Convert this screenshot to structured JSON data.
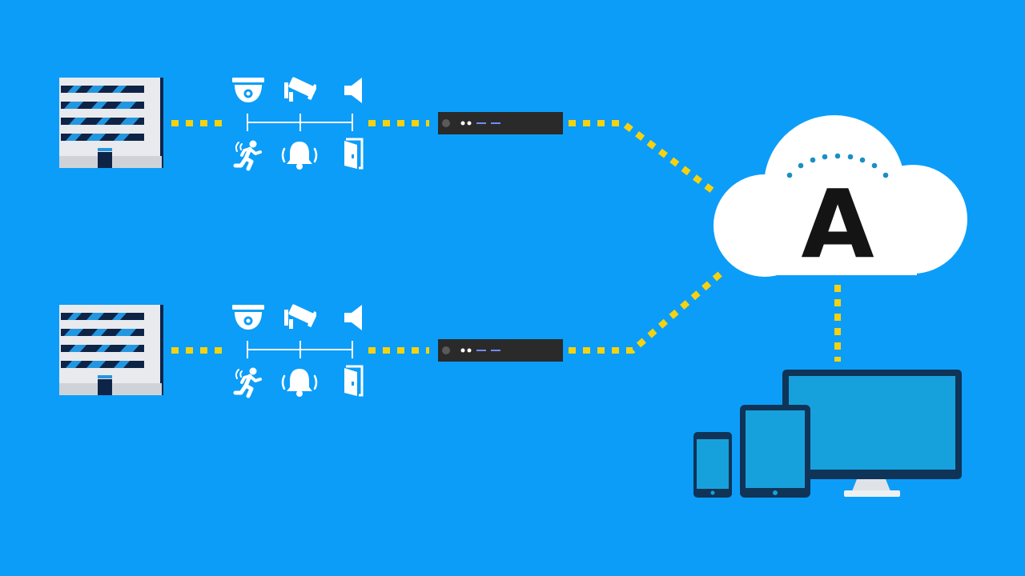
{
  "colors": {
    "background": "#0c9df8",
    "connector": "#f7d20f",
    "building_wall": "#e8eaed",
    "building_window": "#0e2447",
    "glass": "#2496e0",
    "server": "#2a2a2a",
    "server_led": "#6f8cff",
    "cloud": "#ffffff",
    "cloud_letter": "#141414",
    "cloud_dots": "#1a8fc4",
    "device_frame": "#0f3457",
    "device_screen": "#17a1dc",
    "icon": "#ffffff"
  },
  "cloud": {
    "label": "A"
  },
  "sites": [
    {
      "name": "site-1",
      "building_icon": "office-building-icon",
      "top_devices": [
        "dome-camera-icon",
        "bullet-camera-icon",
        "speaker-icon"
      ],
      "bottom_devices": [
        "motion-detector-icon",
        "alarm-bell-icon",
        "door-sensor-icon"
      ],
      "recorder_icon": "network-video-recorder-icon"
    },
    {
      "name": "site-2",
      "building_icon": "office-building-icon",
      "top_devices": [
        "dome-camera-icon",
        "bullet-camera-icon",
        "speaker-icon"
      ],
      "bottom_devices": [
        "motion-detector-icon",
        "alarm-bell-icon",
        "door-sensor-icon"
      ],
      "recorder_icon": "network-video-recorder-icon"
    }
  ],
  "clients": [
    "smartphone-icon",
    "tablet-icon",
    "desktop-monitor-icon"
  ]
}
